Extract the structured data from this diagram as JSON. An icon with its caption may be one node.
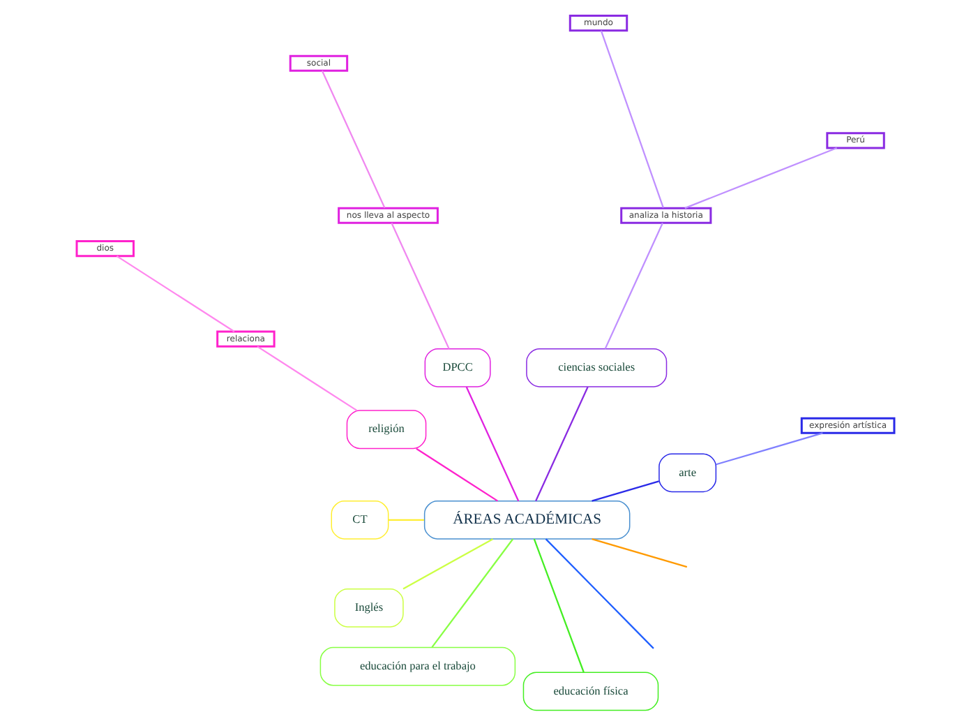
{
  "diagram": {
    "nodes": [
      {
        "text": [
          "ÁREAS ACADÉMICAS"
        ]
      },
      {
        "text": [
          "arte"
        ]
      },
      {
        "text": [
          "expresión artística"
        ]
      },
      {
        "text": [
          "ciencias sociales"
        ]
      },
      {
        "text": [
          "analiza la historia"
        ]
      },
      {
        "text": [
          "Perú"
        ]
      },
      {
        "text": [
          "mundo"
        ]
      },
      {
        "text": [
          "DPCC"
        ]
      },
      {
        "text": [
          "nos lleva al aspecto"
        ]
      },
      {
        "text": [
          "social"
        ]
      },
      {
        "text": [
          "religión"
        ]
      },
      {
        "text": [
          "relaciona"
        ]
      },
      {
        "text": [
          "dios"
        ]
      },
      {
        "text": [
          "CT"
        ]
      },
      {
        "text": [
          "Inglés"
        ]
      },
      {
        "text": [
          "educación para el trabajo"
        ]
      },
      {
        "text": [
          "educación física"
        ]
      }
    ],
    "edges": [
      {
        "from": 0,
        "to": null,
        "arrow": "none",
        "color": "#1f5fff"
      },
      {
        "from": 0,
        "to": null,
        "arrow": "none",
        "color": "#ff9a00"
      },
      {
        "from": 0,
        "to": 13,
        "arrow": "none",
        "color": "#ffee33"
      },
      {
        "from": 0,
        "to": 14,
        "arrow": "none",
        "color": "#ccff44"
      },
      {
        "from": 0,
        "to": 15,
        "arrow": "none",
        "color": "#88ff44"
      },
      {
        "from": 0,
        "to": 16,
        "arrow": "none",
        "color": "#44ee22"
      },
      {
        "from": 0,
        "to": 10,
        "arrow": "none",
        "color": "#ff22cc"
      },
      {
        "from": 10,
        "to": 11,
        "arrow": "none",
        "color": "#ff88ee"
      },
      {
        "from": 11,
        "to": 12,
        "arrow": "none",
        "color": "#ff88ee"
      },
      {
        "from": 0,
        "to": 7,
        "arrow": "none",
        "color": "#e022e0"
      },
      {
        "from": 7,
        "to": 8,
        "arrow": "none",
        "color": "#f088f0"
      },
      {
        "from": 8,
        "to": 9,
        "arrow": "none",
        "color": "#f088f0"
      },
      {
        "from": 0,
        "to": 3,
        "arrow": "none",
        "color": "#8a2be2"
      },
      {
        "from": 3,
        "to": 4,
        "arrow": "none",
        "color": "#c090ff"
      },
      {
        "from": 4,
        "to": 5,
        "arrow": "none",
        "color": "#c090ff"
      },
      {
        "from": 4,
        "to": 6,
        "arrow": "none",
        "color": "#c090ff"
      },
      {
        "from": 0,
        "to": 1,
        "arrow": "none",
        "color": "#2a2ae8"
      },
      {
        "from": 1,
        "to": 2,
        "arrow": "none",
        "color": "#8080ff"
      }
    ]
  }
}
